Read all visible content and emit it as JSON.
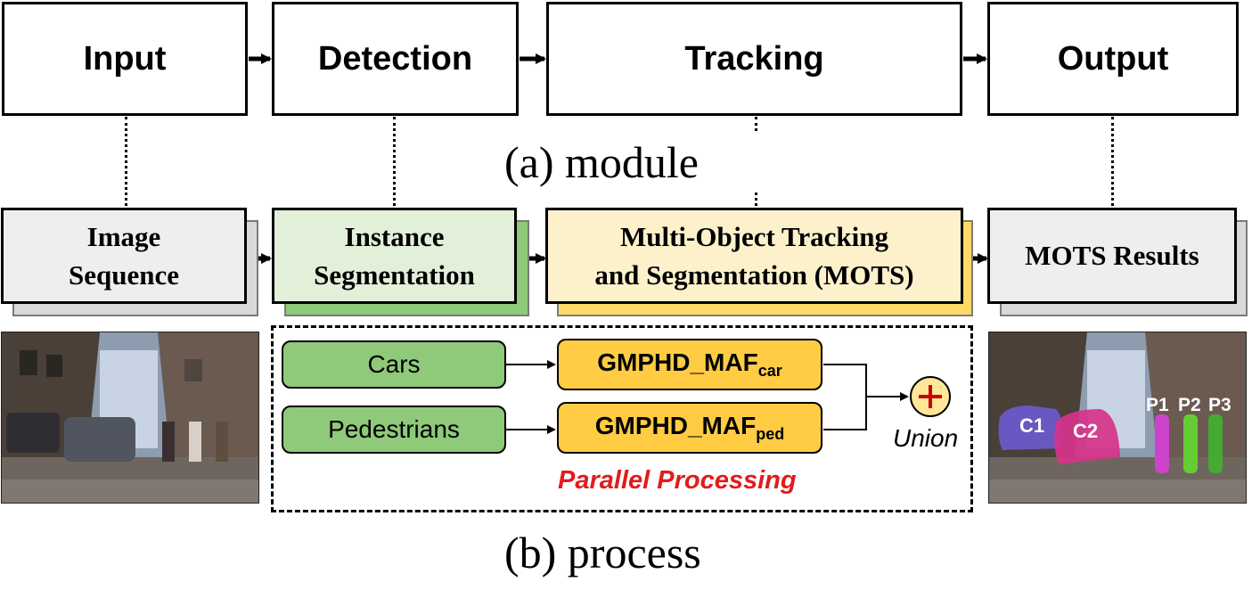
{
  "module": {
    "caption": "(a) module",
    "boxes": [
      "Input",
      "Detection",
      "Tracking",
      "Output"
    ]
  },
  "process": {
    "caption": "(b) process",
    "boxes": [
      {
        "line1": "Image",
        "line2": "Sequence",
        "fill": "#eeeeee",
        "shadow": "#d9d9d9"
      },
      {
        "line1": "Instance",
        "line2": "Segmentation",
        "fill": "#e2efd9",
        "shadow": "#8fc97a"
      },
      {
        "line1": "Multi-Object Tracking",
        "line2": "and Segmentation (MOTS)",
        "fill": "#fdf1cc",
        "shadow": "#ffd966"
      },
      {
        "line1": "MOTS Results",
        "line2": "",
        "fill": "#eeeeee",
        "shadow": "#d9d9d9"
      }
    ],
    "classes": [
      "Cars",
      "Pedestrians"
    ],
    "trackers": [
      {
        "base": "GMPHD_MAF",
        "sub": "car"
      },
      {
        "base": "GMPHD_MAF",
        "sub": "ped"
      }
    ],
    "union_label": "Union",
    "parallel_label": "Parallel Processing",
    "result_labels": [
      "C1",
      "C2",
      "P1",
      "P2",
      "P3"
    ]
  },
  "colors": {
    "green": "#8fc97a",
    "yellow": "#ffcc44",
    "parallel_text": "#e31b1b",
    "union_symbol": "#cc0000",
    "c1": "#6a5acd",
    "c2": "#d6338a",
    "p1": "#cc44cc",
    "p2": "#66cc33",
    "p3": "#44aa33"
  }
}
